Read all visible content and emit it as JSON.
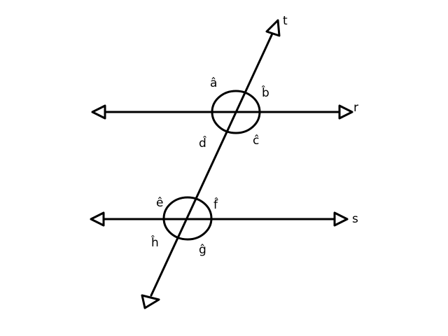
{
  "diagram": {
    "lines": {
      "r": "r",
      "s": "s",
      "t": "t"
    },
    "angles": {
      "a": "â",
      "b": "b̂",
      "c": "ĉ",
      "d": "d̂",
      "e": "ê",
      "f": "f̂",
      "g": "ĝ",
      "h": "ĥ"
    },
    "colors": {
      "stroke": "#000000",
      "background": "#ffffff"
    }
  }
}
